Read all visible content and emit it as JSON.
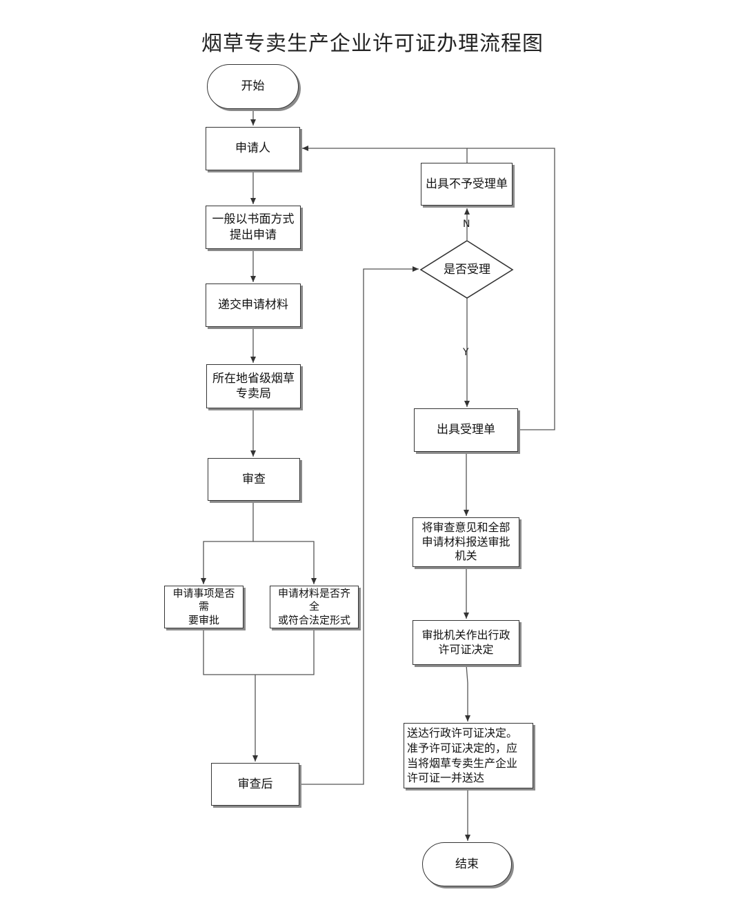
{
  "title": "烟草专卖生产企业许可证办理流程图",
  "nodes": {
    "start": "开始",
    "applicant": "申请人",
    "written_application": "一般以书面方式\n提出申请",
    "submit_materials": "递交申请材料",
    "provincial_bureau": "所在地省级烟草\n专卖局",
    "review": "审查",
    "needs_approval": "申请事项是否需\n要审批",
    "materials_complete": "申请材料是否齐全\n或符合法定形式",
    "after_review": "审查后",
    "accept_decision": "是否受理",
    "reject_notice": "出具不予受理单",
    "accept_notice": "出具受理单",
    "send_to_authority": "将审查意见和全部\n申请材料报送审批\n机关",
    "authority_decision": "审批机关作出行政\n许可证决定",
    "deliver_decision": "送达行政许可证决定。\n准予许可证决定的，应\n当将烟草专卖生产企业\n许可证一并送达",
    "end": "结束"
  },
  "branch_labels": {
    "no": "N",
    "yes": "Y"
  }
}
